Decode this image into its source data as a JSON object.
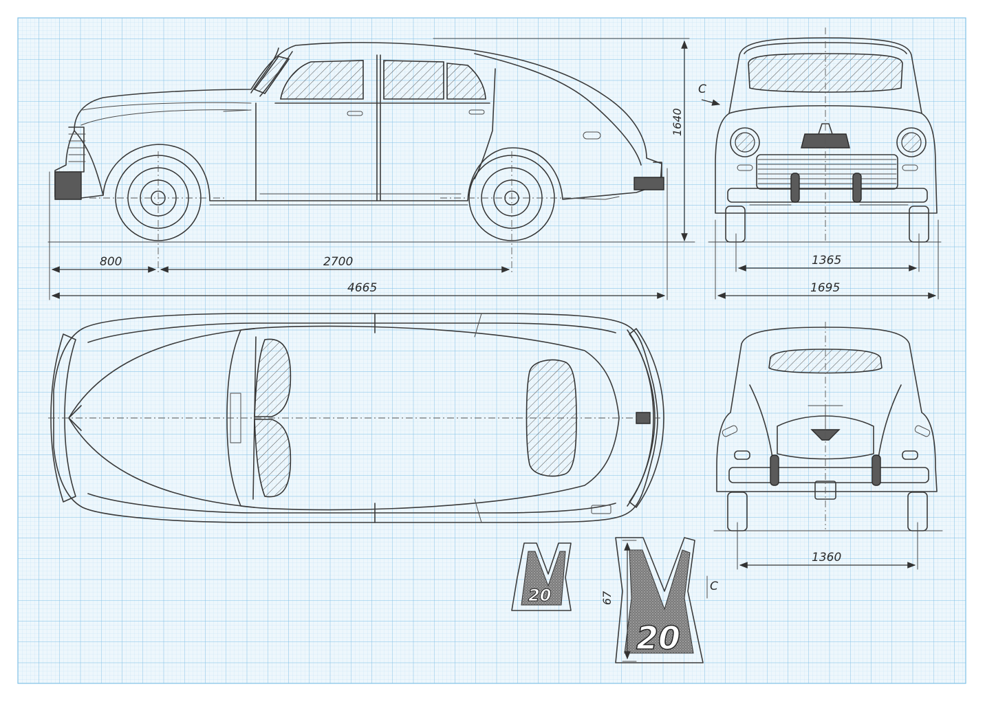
{
  "blueprint": {
    "grid_color": "#8ec9ea",
    "line_color": "#3a3a3a",
    "paper_color": "#eef7fc"
  },
  "side_view": {
    "front_overhang": "800",
    "wheelbase": "2700",
    "overall_length": "4665",
    "overall_height": "1640"
  },
  "front_view": {
    "front_track": "1365",
    "overall_width": "1695",
    "section_marker": "C"
  },
  "rear_view": {
    "rear_track": "1360"
  },
  "emblem": {
    "height_dim": "67",
    "section_marker": "C",
    "letter": "M",
    "number": "20"
  }
}
